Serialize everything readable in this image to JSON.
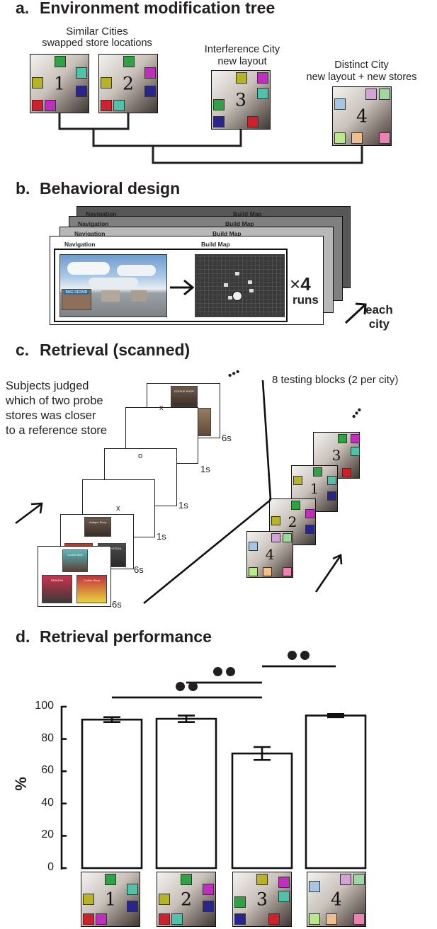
{
  "section_a": {
    "letter": "a.",
    "title": "Environment modification tree",
    "group_label_1": "Similar Cities",
    "group_label_2": "swapped store locations",
    "interference_label_1": "Interference City",
    "interference_label_2": "new layout",
    "distinct_label_1": "Distinct City",
    "distinct_label_2": "new layout + new stores",
    "cities": [
      "1",
      "2",
      "3",
      "4"
    ]
  },
  "section_b": {
    "letter": "b.",
    "title": "Behavioral design",
    "navigation_label": "Navigation",
    "build_map_label": "Build Map",
    "bike_sign": "BIKE REPAIR",
    "times_sign": "×",
    "runs_count": "4",
    "runs_label": "runs",
    "each_city_1": "each",
    "each_city_2": "city"
  },
  "section_c": {
    "letter": "c.",
    "title": "Retrieval (scanned)",
    "description_lines": [
      "Subjects judged",
      "which of two probe",
      "stores was closer",
      "to a reference store"
    ],
    "blocks_label": "8 testing blocks (2 per city)",
    "fixation_x": "x",
    "fixation_o": "o",
    "time_6s": "6s",
    "time_1s": "1s",
    "store_names": [
      "COOKIE SHOP",
      "BIKE REPAIR",
      "Antique Shop",
      "DRAGON FOODS",
      "GREEN PIZZA",
      "SUSHI BAR",
      "Cookie Shop"
    ],
    "stack_cities": [
      "3",
      "1",
      "2",
      "4"
    ],
    "ellipsis": "• • •"
  },
  "section_d": {
    "letter": "d.",
    "title": "Retrieval performance",
    "ylabel": "%",
    "y_ticks": [
      "100",
      "80",
      "60",
      "40",
      "20",
      "0"
    ]
  },
  "chart_data": {
    "type": "bar",
    "categories": [
      "1",
      "2",
      "3",
      "4"
    ],
    "values": [
      92,
      92.5,
      71,
      94.5
    ],
    "errors": [
      1.5,
      2,
      4,
      1
    ],
    "ylabel": "%",
    "ylim": [
      0,
      100
    ],
    "significance": [
      {
        "pair": [
          "1",
          "3"
        ],
        "marker": "••"
      },
      {
        "pair": [
          "2",
          "3"
        ],
        "marker": "••"
      },
      {
        "pair": [
          "3",
          "4"
        ],
        "marker": "••"
      }
    ]
  },
  "colors": {
    "green": "#2fa344",
    "teal": "#4fc2aa",
    "olive": "#b7b424",
    "navy": "#28258e",
    "red": "#d0202a",
    "magenta": "#c12dbf",
    "purple": "#9b38b9",
    "lightblue": "#a7c6e3",
    "lavender": "#d2a3d8",
    "mint": "#9fd7a2",
    "lightgreen": "#b9e98a",
    "peach": "#edc08e",
    "pink": "#ec82b3"
  }
}
